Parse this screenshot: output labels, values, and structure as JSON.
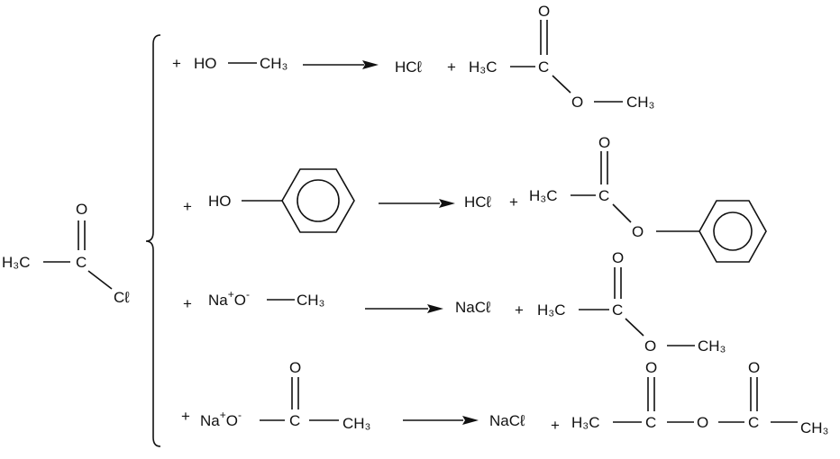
{
  "colors": {
    "ink": "#111111",
    "background": "#ffffff"
  },
  "reactant": {
    "methyl": "H₃C",
    "carbon": "C",
    "oxygen": "O",
    "chlorine": "Cℓ"
  },
  "plus": "+",
  "reactions": [
    {
      "reagent": {
        "hydroxyl": "HO",
        "methyl": "CH₃"
      },
      "products": {
        "hcl": "HCℓ",
        "methyl": "H₃C",
        "carbon": "C",
        "carbonyl_oxygen": "O",
        "ester_oxygen": "O",
        "end_methyl": "CH₃"
      }
    },
    {
      "reagent": {
        "hydroxyl": "HO"
      },
      "products": {
        "hcl": "HCℓ",
        "methyl": "H₃C",
        "carbon": "C",
        "carbonyl_oxygen": "O",
        "ester_oxygen": "O"
      }
    },
    {
      "reagent": {
        "sodium": "Na",
        "oxide": "O",
        "methyl": "CH₃"
      },
      "products": {
        "nacl": "NaCℓ",
        "methyl": "H₃C",
        "carbon": "C",
        "carbonyl_oxygen": "O",
        "ester_oxygen": "O",
        "end_methyl": "CH₃"
      }
    },
    {
      "reagent": {
        "sodium": "Na",
        "oxide": "O",
        "carbon": "C",
        "carbonyl_oxygen": "O",
        "methyl": "CH₃"
      },
      "products": {
        "nacl": "NaCℓ",
        "methyl": "H₃C",
        "carbon_1": "C",
        "carbonyl_oxygen_1": "O",
        "bridge_oxygen": "O",
        "carbon_2": "C",
        "carbonyl_oxygen_2": "O",
        "end_methyl": "CH₃"
      }
    }
  ]
}
